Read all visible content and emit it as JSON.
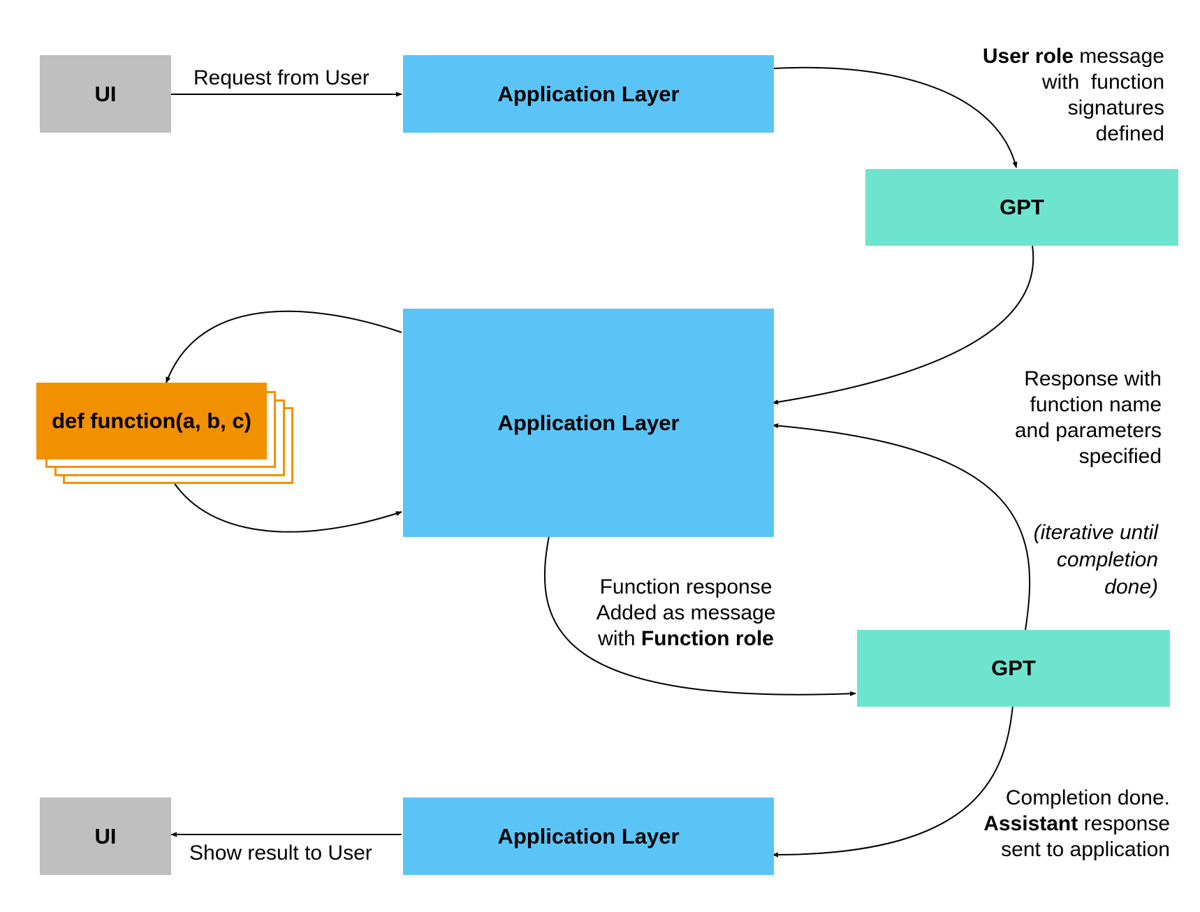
{
  "nodes": {
    "ui_top": "UI",
    "app_top": "Application Layer",
    "gpt_top": "GPT",
    "app_middle": "Application Layer",
    "function": "def function(a, b, c)",
    "gpt_bottom": "GPT",
    "ui_bottom": "UI",
    "app_bottom": "Application Layer"
  },
  "labels": {
    "request_from_user": "Request from User",
    "user_role": {
      "bold": "User role",
      "rest": " message",
      "line2": "with  function",
      "line3": "signatures",
      "line4": "defined"
    },
    "response_with": {
      "line1": "Response with",
      "line2": "function name",
      "line3": "and parameters",
      "line4": "specified"
    },
    "iterative": {
      "line1": "(iterative until",
      "line2": "completion",
      "line3": "done)"
    },
    "function_response": {
      "line1": "Function response",
      "line2": "Added as message",
      "line3_plain": "with ",
      "line3_bold": "Function role"
    },
    "completion": {
      "line1": "Completion done.",
      "line2_bold": "Assistant",
      "line2_rest": " response",
      "line3": "sent to application"
    },
    "show_result": "Show result to User"
  },
  "colors": {
    "ui": "#bfbfbf",
    "application_layer": "#5bc4f6",
    "gpt": "#6ee4cf",
    "function": "#f29100",
    "arrow": "#000000"
  }
}
